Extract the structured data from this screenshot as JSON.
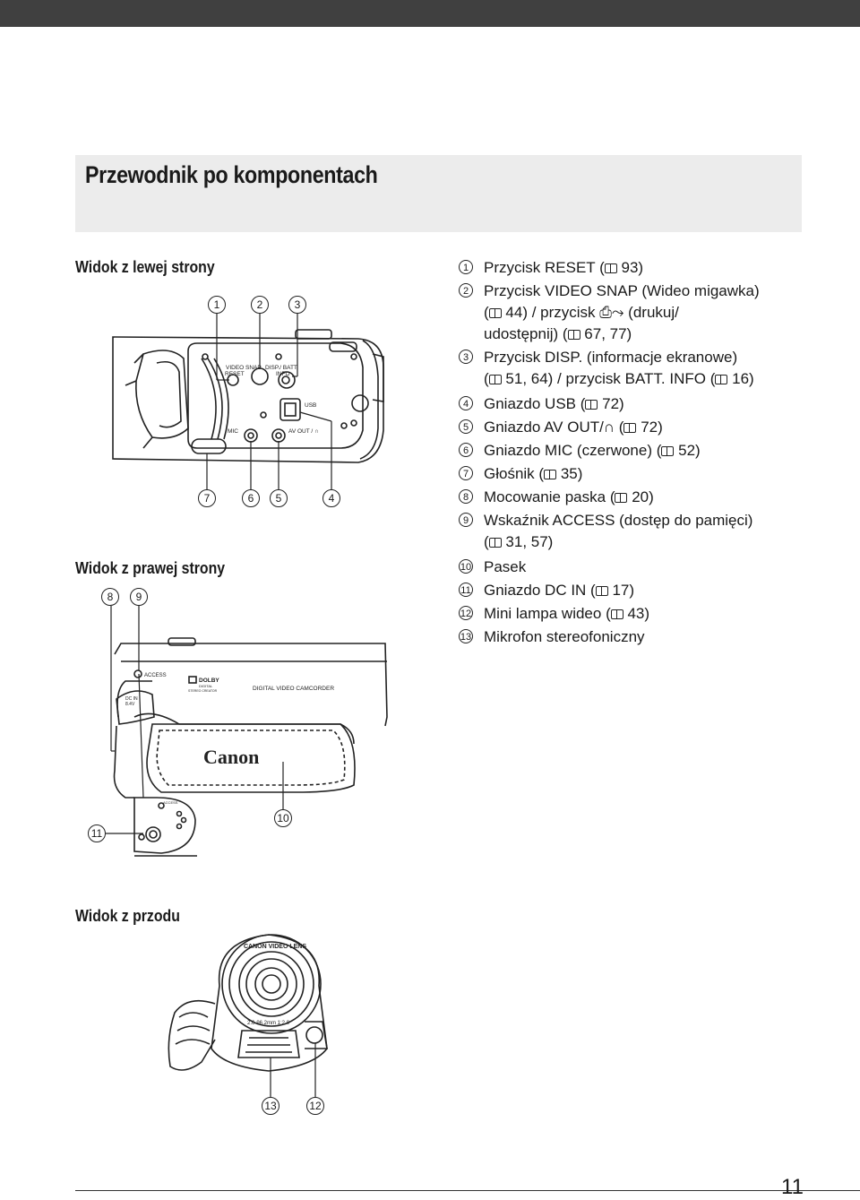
{
  "title": "Przewodnik po komponentach",
  "sections": {
    "left": "Widok z lewej strony",
    "right": "Widok z prawej strony",
    "front": "Widok z przodu"
  },
  "legend": [
    {
      "num": "1",
      "lines": [
        "Przycisk RESET (    93)"
      ]
    },
    {
      "num": "2",
      "lines": [
        "Przycisk VIDEO SNAP (Wideo migawka)",
        "(    44) / przycisk ⎙⤳ (drukuj/",
        "udostępnij) (    67, 77)"
      ]
    },
    {
      "num": "3",
      "lines": [
        "Przycisk DISP. (informacje ekranowe)",
        "(    51, 64) / przycisk BATT. INFO (    16)"
      ]
    },
    {
      "num": "4",
      "lines": [
        "Gniazdo USB (    72)"
      ]
    },
    {
      "num": "5",
      "lines": [
        "Gniazdo AV OUT/∩ (    72)"
      ]
    },
    {
      "num": "6",
      "lines": [
        "Gniazdo MIC (czerwone) (    52)"
      ]
    },
    {
      "num": "7",
      "lines": [
        "Głośnik (    35)"
      ]
    },
    {
      "num": "8",
      "lines": [
        "Mocowanie paska (    20)"
      ]
    },
    {
      "num": "9",
      "lines": [
        "Wskaźnik ACCESS (dostęp do pamięci)",
        "(    31, 57)"
      ]
    },
    {
      "num": "10",
      "lines": [
        "Pasek"
      ]
    },
    {
      "num": "11",
      "lines": [
        "Gniazdo DC IN (    17)"
      ]
    },
    {
      "num": "12",
      "lines": [
        "Mini lampa wideo (    43)"
      ]
    },
    {
      "num": "13",
      "lines": [
        "Mikrofon stereofoniczny"
      ]
    }
  ],
  "camera_labels": {
    "video_snap": "VIDEO SNAP",
    "reset": "RESET",
    "disp_batt": "DISP./ BATT.",
    "info": "INFO",
    "usb": "USB",
    "mic": "MIC",
    "av_out": "AV OUT / ∩",
    "access": "ACCESS",
    "dolby": "DOLBY",
    "dolby_sub1": "DIGITAL",
    "dolby_sub2": "STEREO CREATOR",
    "digital_video": "DIGITAL VIDEO CAMCORDER",
    "dc_in": "DC IN",
    "dc_volt": "8.4V",
    "brand": "Canon",
    "lens_top": "CANON VIDEO LENS",
    "lens_bottom": "2.6-96.2mm 1:2.0"
  },
  "page_number": "11"
}
